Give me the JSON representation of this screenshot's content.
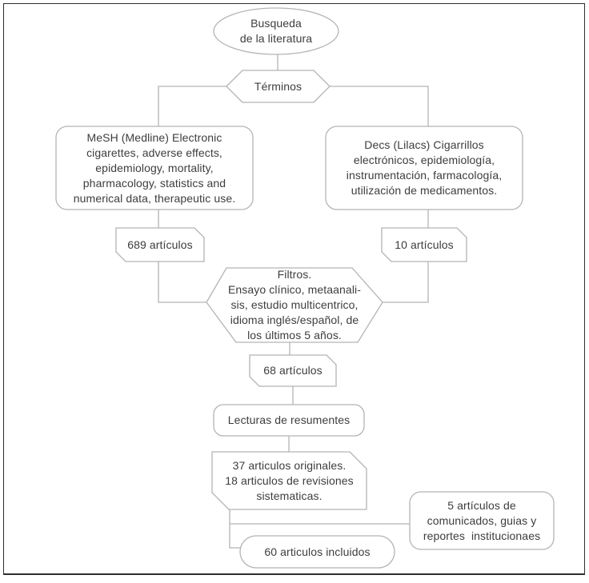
{
  "nodes": {
    "start": "Busqueda\nde la literatura",
    "terms": "Términos",
    "mesh": "MeSH (Medline) Electronic\ncigarettes, adverse effects,\nepidemiology, mortality,\npharmacology, statistics and\nnumerical data, therapeutic use.",
    "mesh_count": "689 artículos",
    "decs": "Decs (Lilacs) Cigarrillos\nelectrónicos, epidemiología,\ninstrumentación, farmacología,\nutilización de medicamentos.",
    "decs_count": "10 artículos",
    "filters": "Filtros.\nEnsayo clínico, metaanali-\nsis, estudio multicentrico,\nidioma inglés/español, de\nlos últimos 5 años.",
    "filtered_count": "68 artículos",
    "abstract_reading": "Lecturas de resumentes",
    "selected": "37 articulos originales.\n18 articulos de revisiones\nsistematicas.",
    "institutional": "5 artículos de\ncomunicados, guias y\nreportes  institucionaes",
    "included": "60 articulos incluidos"
  },
  "colors": {
    "shape_stroke": "#b4b4b4",
    "text": "#3d3d3d",
    "frame": "#2e2e2e",
    "background": "#ffffff"
  }
}
